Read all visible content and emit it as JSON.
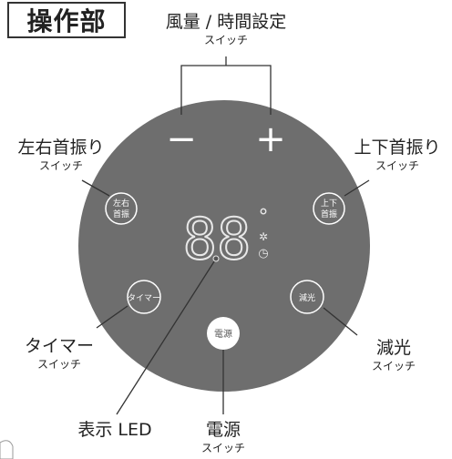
{
  "title": "操作部",
  "labels": {
    "fan_timer": {
      "main": "風量 / 時間設定",
      "sub": "スイッチ"
    },
    "lr_swing": {
      "main": "左右首振り",
      "sub": "スイッチ"
    },
    "ud_swing": {
      "main": "上下首振り",
      "sub": "スイッチ"
    },
    "timer": {
      "main": "タイマー",
      "sub": "スイッチ"
    },
    "dimmer": {
      "main": "減光",
      "sub": "スイッチ"
    },
    "display": {
      "main": "表示 LED"
    },
    "power": {
      "main": "電源",
      "sub": "スイッチ"
    }
  },
  "panel": {
    "minus": "−",
    "plus": "+",
    "lr_btn_line1": "左右",
    "lr_btn_line2": "首振",
    "ud_btn_line1": "上下",
    "ud_btn_line2": "首振",
    "timer_btn": "タイマー",
    "dimmer_btn": "減光",
    "power_btn": "電源",
    "display_digits": "88",
    "degree": "°",
    "fan_symbol": "✲",
    "clock_symbol": "◷"
  },
  "colors": {
    "panel": "#6e6e6e",
    "led": "#e8e8e8",
    "power_button": "#ffffff",
    "power_text": "#555555"
  }
}
